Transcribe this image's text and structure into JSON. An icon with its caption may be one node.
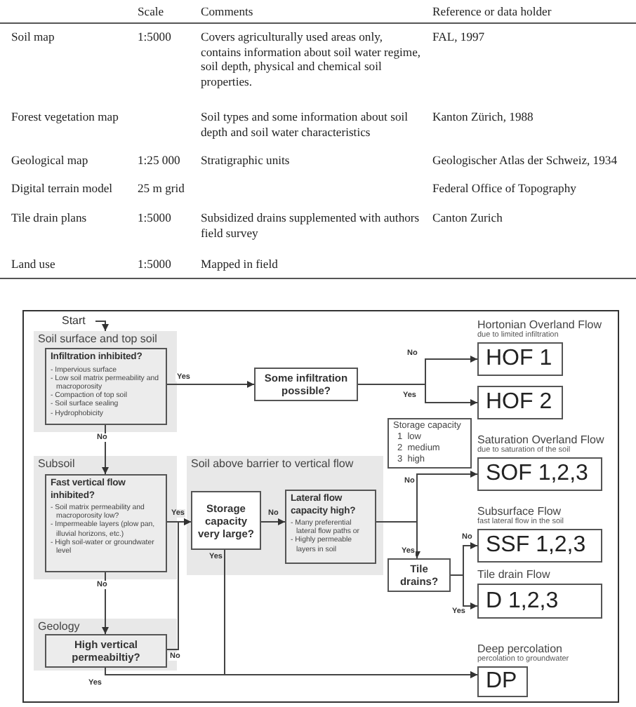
{
  "diagram": {
    "nodes": [
      {
        "text": [
          "Start"
        ]
      },
      {
        "text": [
          "Soil surface and top soil"
        ]
      },
      {
        "text": [
          "Infiltration inhibited?",
          "- Impervious surface",
          "- Low soil matrix permeability and macroporosity",
          "- Compaction of top soil",
          "- Soil surface sealing",
          "- Hydrophobicity"
        ],
        "in": 1
      },
      {
        "text": [
          "Some infiltration possible?"
        ]
      },
      {
        "text": [
          "HOF 1"
        ],
        "beside": [
          "Hortonian Overland Flow",
          "due to limited infiltration"
        ]
      },
      {
        "text": [
          "HOF 2"
        ]
      },
      {
        "text": [
          "Storage capacity",
          "1  low",
          "2  medium",
          "3  high"
        ]
      },
      {
        "text": [
          "Subsoil"
        ]
      },
      {
        "text": [
          "Fast vertical flow inhibited?",
          "- Soil matrix permeability and macroporosity low?",
          "- Impermeable layers (plow pan, illuvial horizons, etc.)",
          "- High soil-water or groundwater level"
        ],
        "in": 7
      },
      {
        "text": [
          "Soil above barrier to vertical flow"
        ]
      },
      {
        "text": [
          "Storage capacity very large?"
        ],
        "in": 9
      },
      {
        "text": [
          "Lateral flow capacity high?",
          "- Many preferential lateral flow paths or",
          "- Highly permeable layers in soil"
        ],
        "in": 9
      },
      {
        "text": [
          "SOF 1,2,3"
        ],
        "beside": [
          "Saturation Overland Flow",
          "due to saturation of the soil"
        ]
      },
      {
        "text": [
          "SSF 1,2,3"
        ],
        "beside": [
          "Subsurface Flow",
          "fast lateral flow in the soil"
        ]
      },
      {
        "text": [
          "Tile drains?"
        ]
      },
      {
        "text": [
          "D 1,2,3"
        ],
        "beside": [
          "Tile drain Flow"
        ]
      },
      {
        "text": [
          "Geology"
        ]
      },
      {
        "text": [
          "High vertical permeabiltiy?"
        ],
        "in": 16
      },
      {
        "text": [
          "DP"
        ],
        "beside": [
          "Deep percolation",
          "percolation to groundwater"
        ]
      }
    ],
    "edges": [
      {
        "from": 0,
        "to": 1,
        "arrow": "to"
      },
      {
        "from": 2,
        "to": 3,
        "arrow": "to",
        "label": "Yes"
      },
      {
        "from": 3,
        "to": 4,
        "arrow": "to",
        "label": "No"
      },
      {
        "from": 3,
        "to": 5,
        "arrow": "to",
        "label": "Yes"
      },
      {
        "from": 2,
        "to": 8,
        "arrow": "to",
        "label": "No"
      },
      {
        "from": 8,
        "to": 10,
        "arrow": "to",
        "label": "Yes"
      },
      {
        "from": 8,
        "to": 17,
        "arrow": "to",
        "label": "No"
      },
      {
        "from": 17,
        "to": 10,
        "arrow": "to",
        "label": "No"
      },
      {
        "from": 10,
        "to": 11,
        "arrow": "to",
        "label": "No"
      },
      {
        "from": 10,
        "to": 18,
        "arrow": "to",
        "label": "Yes"
      },
      {
        "from": 17,
        "to": 18,
        "arrow": "to",
        "label": "Yes"
      },
      {
        "from": 11,
        "to": 12,
        "arrow": "to",
        "label": "No"
      },
      {
        "from": 11,
        "to": 14,
        "arrow": "to",
        "label": "Yes"
      },
      {
        "from": 14,
        "to": 13,
        "arrow": "to",
        "label": "No"
      },
      {
        "from": 14,
        "to": 15,
        "arrow": "to",
        "label": "Yes"
      }
    ],
    "labels": [
      "Scale",
      "Comments",
      "Reference or data holder",
      "Soil map",
      "1:5000",
      "Covers agriculturally used areas only, contains information about soil water regime, soil depth, physical and chemical soil properties.",
      "FAL, 1997",
      "Forest vegetation map",
      "Soil types and some information about soil depth and soil water characteristics",
      "Kanton Zürich, 1988",
      "Geological map",
      "1:25 000",
      "Stratigraphic units",
      "Geologischer Atlas der Schweiz, 1934",
      "Digital terrain model",
      "25 m grid",
      "Federal Office of Topography",
      "Tile drain plans",
      "1:5000",
      "Subsidized drains supplemented with authors field survey",
      "Canton Zurich",
      "Land use",
      "1:5000",
      "Mapped in field"
    ]
  }
}
